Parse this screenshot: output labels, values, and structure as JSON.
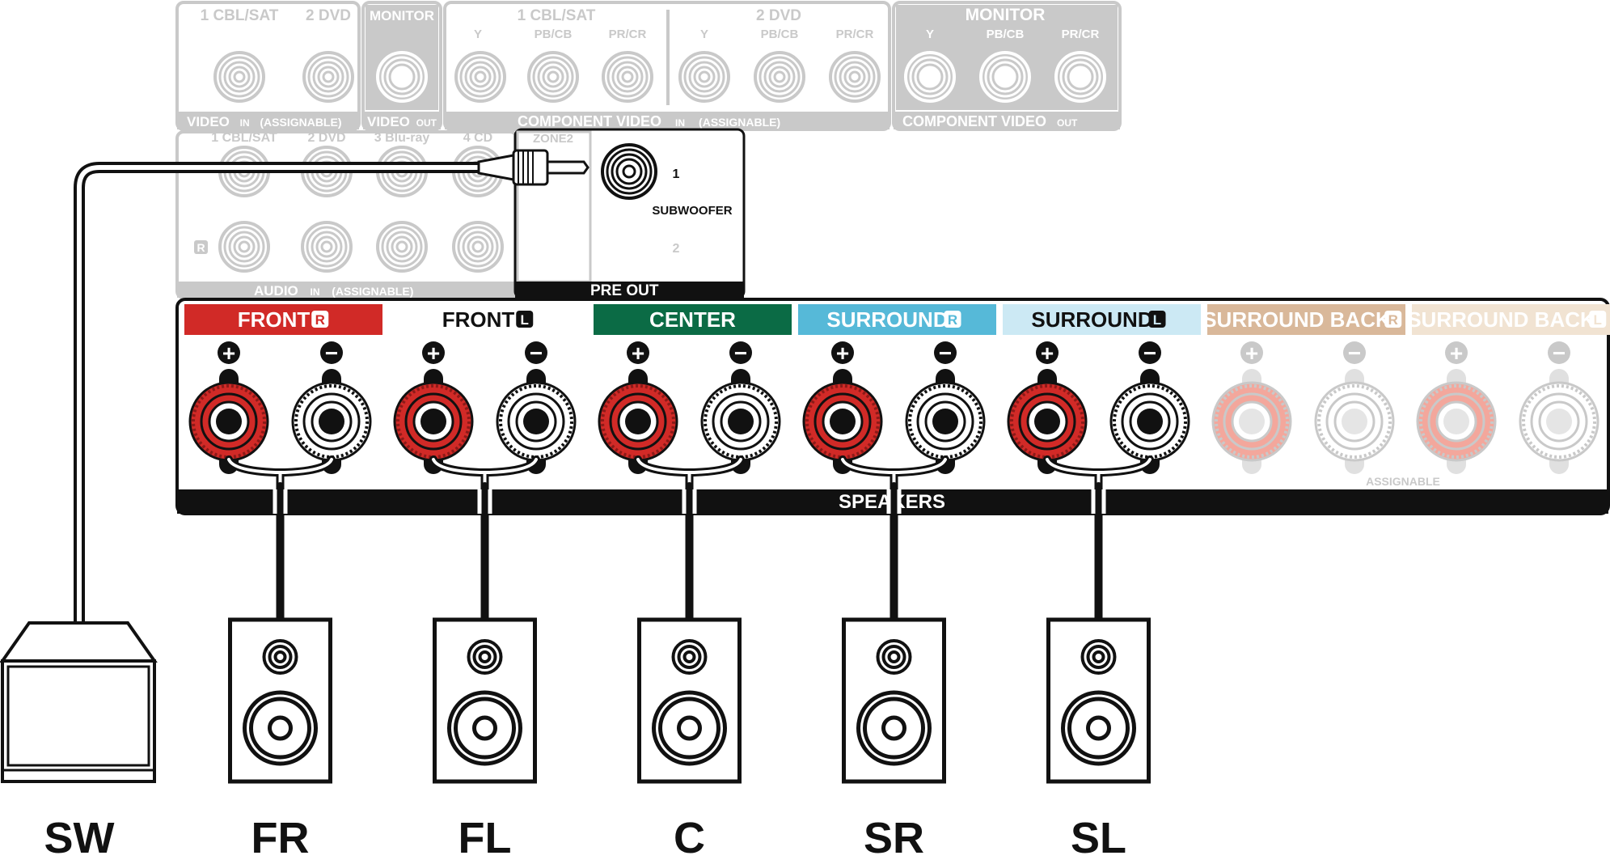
{
  "panel": {
    "video_in": {
      "inputs": [
        "1 CBL/SAT",
        "2 DVD"
      ],
      "monitor": "MONITOR",
      "label_prefix": "VIDEO",
      "in_tag": "IN",
      "assignable": "(ASSIGNABLE)",
      "out_label": "VIDEO",
      "out_tag": "OUT"
    },
    "component_in": {
      "groups": [
        "1 CBL/SAT",
        "2 DVD"
      ],
      "channels": [
        "Y",
        "PB/CB",
        "PR/CR"
      ],
      "label": "COMPONENT VIDEO",
      "in_tag": "IN",
      "assignable": "(ASSIGNABLE)"
    },
    "component_out": {
      "title": "MONITOR",
      "channels": [
        "Y",
        "PB/CB",
        "PR/CR"
      ],
      "label": "COMPONENT VIDEO",
      "out_tag": "OUT"
    },
    "audio_in": {
      "inputs": [
        "1 CBL/SAT",
        "2 DVD",
        "3 Blu-ray",
        "4 CD"
      ],
      "r_mark": "R",
      "label": "AUDIO",
      "in_tag": "IN",
      "assignable": "(ASSIGNABLE)"
    },
    "pre_out": {
      "zone_label": "ZONE2",
      "sub1": "1",
      "sub2": "2",
      "subwoofer_label": "SUBWOOFER",
      "label": "PRE OUT"
    },
    "speakers": {
      "label": "SPEAKERS",
      "assignable": "ASSIGNABLE",
      "plus": "+",
      "minus": "−",
      "channels": [
        {
          "name": "FRONT",
          "tag": "R",
          "color": "#d12a27",
          "text_color": "#ffffff",
          "active": true
        },
        {
          "name": "FRONT",
          "tag": "L",
          "color": "#ffffff",
          "text_color": "#111111",
          "active": true
        },
        {
          "name": "CENTER",
          "tag": "",
          "color": "#0b6b45",
          "text_color": "#ffffff",
          "active": true
        },
        {
          "name": "SURROUND",
          "tag": "R",
          "color": "#56b9d8",
          "text_color": "#ffffff",
          "active": true
        },
        {
          "name": "SURROUND",
          "tag": "L",
          "color": "#cce9f4",
          "text_color": "#111111",
          "active": true
        },
        {
          "name": "SURROUND BACK",
          "tag": "R",
          "color": "#d9b89a",
          "text_color": "#ffffff",
          "active": false
        },
        {
          "name": "SURROUND BACK",
          "tag": "L",
          "color": "#f1e3d2",
          "text_color": "#ffffff",
          "active": false
        }
      ]
    }
  },
  "devices": [
    {
      "label": "SW",
      "kind": "subwoofer"
    },
    {
      "label": "FR",
      "kind": "speaker"
    },
    {
      "label": "FL",
      "kind": "speaker"
    },
    {
      "label": "C",
      "kind": "speaker"
    },
    {
      "label": "SR",
      "kind": "speaker"
    },
    {
      "label": "SL",
      "kind": "speaker"
    }
  ],
  "colors": {
    "terminal_red": "#d12a27",
    "faded_gray": "#c9c9c9",
    "cable": "#111111"
  }
}
